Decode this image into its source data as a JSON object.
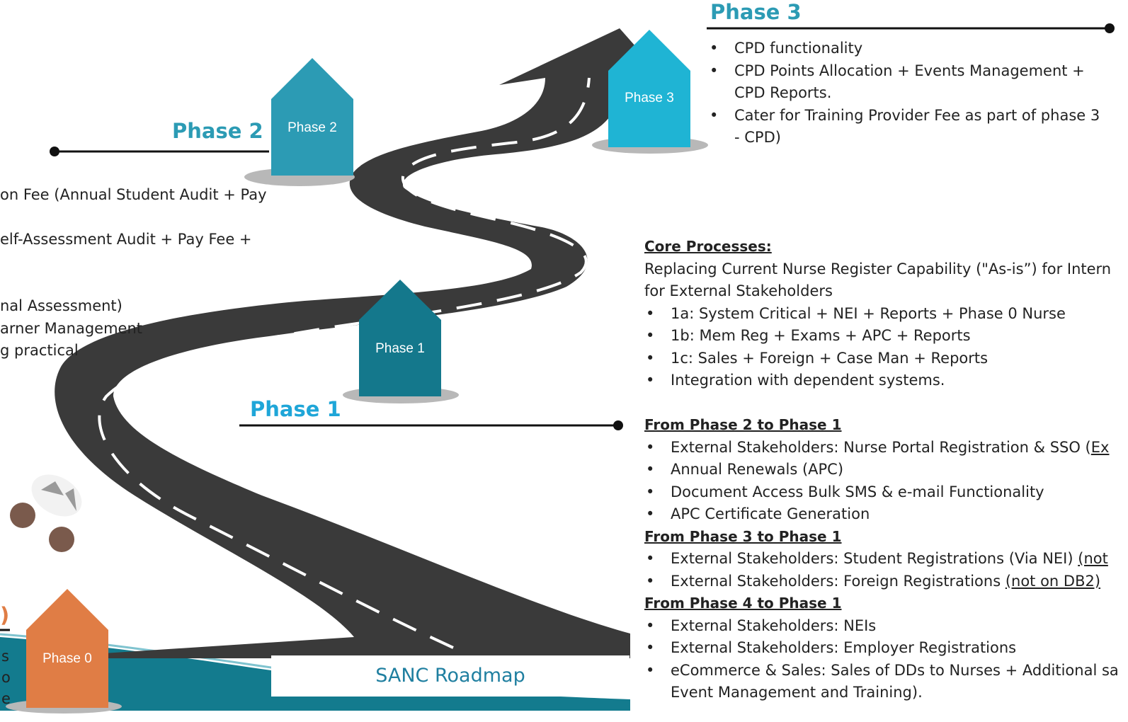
{
  "phase3": {
    "heading": "Phase 3",
    "marker": "Phase 3",
    "bullets": [
      "CPD functionality",
      "CPD Points Allocation + Events Management +",
      "CPD Reports.",
      "Cater for Training Provider Fee as part of phase 3",
      "- CPD)"
    ]
  },
  "phase2": {
    "heading": "Phase 2",
    "marker": "Phase 2",
    "lines": [
      "on Fee (Annual Student Audit + Pay",
      "elf-Assessment Audit + Pay Fee +",
      "nal Assessment)",
      "arner Management",
      "g practical"
    ]
  },
  "phase1": {
    "heading": "Phase 1",
    "marker": "Phase 1",
    "core_title": "Core Processes:",
    "core_intro_1": "Replacing Current Nurse Register Capability (\"As-is”) for Intern",
    "core_intro_2": "for External Stakeholders",
    "core_bullets": [
      "1a: System Critical + NEI + Reports + Phase 0 Nurse",
      "1b: Mem Reg + Exams + APC + Reports",
      "1c: Sales + Foreign + Case Man + Reports",
      "Integration with dependent systems."
    ],
    "from2_title": "From Phase 2 to Phase 1",
    "from2_b1": "External Stakeholders: Nurse Portal Registration & SSO (",
    "from2_b1_link": "Ex",
    "from2_b2": "Annual Renewals (APC)",
    "from2_b3": "Document Access Bulk SMS & e-mail Functionality",
    "from2_b4": "APC Certificate Generation",
    "from3_title": "From Phase 3 to Phase 1",
    "from3_b1": "External Stakeholders: Student Registrations (Via NEI) ",
    "from3_b1_link": "(not",
    "from3_b2": "External Stakeholders: Foreign Registrations ",
    "from3_b2_link": "(not on DB2)",
    "from4_title": "From Phase 4 to Phase 1",
    "from4_b1": "External Stakeholders: NEIs",
    "from4_b2": "External Stakeholders: Employer Registrations",
    "from4_b3a": "eCommerce & Sales: Sales of DDs to Nurses + Additional sa",
    "from4_b3b": "Event Management and Training)."
  },
  "phase0": {
    "marker": "Phase 0",
    "heading_fragment": ")",
    "edge_chars": [
      "s",
      "o",
      "e"
    ]
  },
  "roadmap_label": "SANC Roadmap",
  "colors": {
    "road": "#3a3a3a",
    "phase0": "#e07d45",
    "phase1": "#14788c",
    "phase2": "#2c9bb4",
    "phase3": "#1fb4d4",
    "phase1_heading": "#1fa6d8",
    "teal_band": "#137b8e",
    "shadow": "#b8b8b8"
  }
}
